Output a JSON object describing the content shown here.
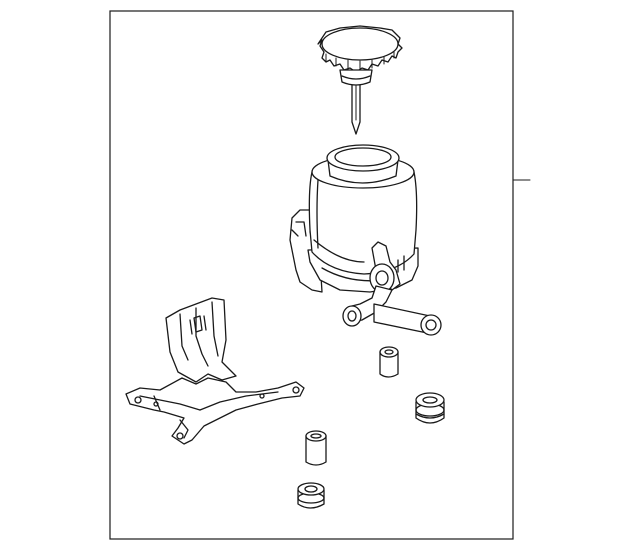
{
  "diagram": {
    "type": "exploded-parts-diagram",
    "parts": [
      "reservoir-cap",
      "dipstick",
      "reservoir-tank",
      "outlet-pipe",
      "mounting-bracket",
      "grommet-upper",
      "grommet-middle",
      "grommet-lower-sleeve",
      "grommet-lower"
    ],
    "callout_lines": 1
  }
}
